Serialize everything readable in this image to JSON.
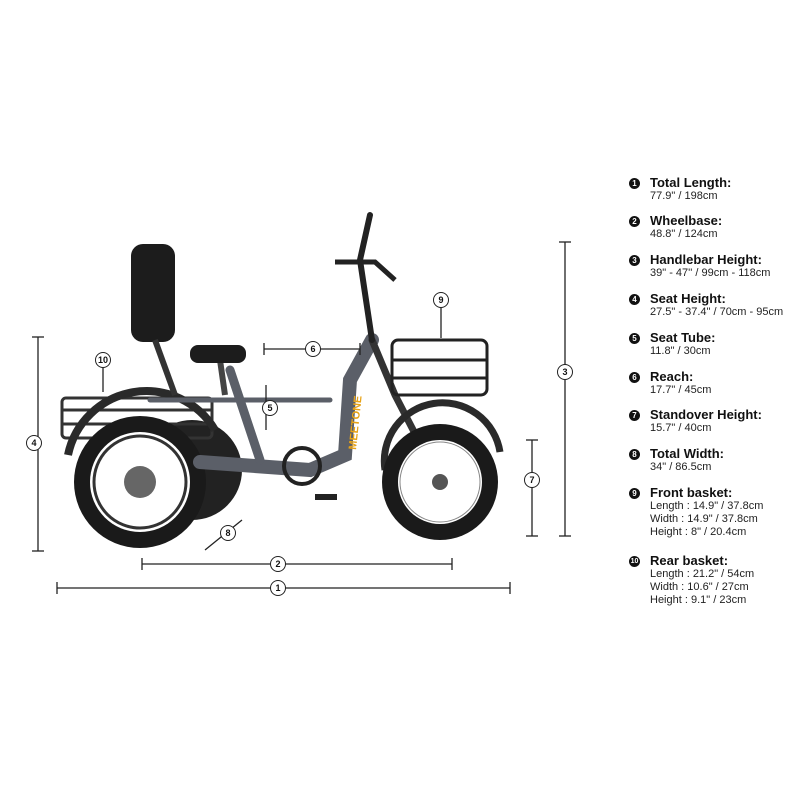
{
  "brand_logo": "MEETONE",
  "specs": [
    {
      "n": "1",
      "title": "Total Length:",
      "values": [
        "77.9\" / 198cm"
      ]
    },
    {
      "n": "2",
      "title": "Wheelbase:",
      "values": [
        "48.8\" / 124cm"
      ]
    },
    {
      "n": "3",
      "title": "Handlebar Height:",
      "values": [
        "39\" - 47'' / 99cm - 118cm"
      ]
    },
    {
      "n": "4",
      "title": "Seat Height:",
      "values": [
        "27.5\" - 37.4\" / 70cm - 95cm"
      ]
    },
    {
      "n": "5",
      "title": "Seat Tube:",
      "values": [
        "11.8\" / 30cm"
      ]
    },
    {
      "n": "6",
      "title": "Reach:",
      "values": [
        "17.7\" / 45cm"
      ]
    },
    {
      "n": "7",
      "title": "Standover Height:",
      "values": [
        "15.7\" / 40cm"
      ]
    },
    {
      "n": "8",
      "title": "Total Width:",
      "values": [
        "34\" / 86.5cm"
      ]
    },
    {
      "n": "9",
      "title": "Front basket:",
      "values": [
        "Length :  14.9\" / 37.8cm",
        "Width :  14.9\" / 37.8cm",
        "Height :  8\" / 20.4cm"
      ]
    },
    {
      "n": "10",
      "title": "Rear basket:",
      "values": [
        "Length : 21.2\" / 54cm",
        "Width :  10.6\" / 27cm",
        "Height :  9.1\" / 23cm"
      ]
    }
  ],
  "colors": {
    "frame": "#5b5f68",
    "tire": "#1a1a1a",
    "logo": "#e8a317"
  }
}
